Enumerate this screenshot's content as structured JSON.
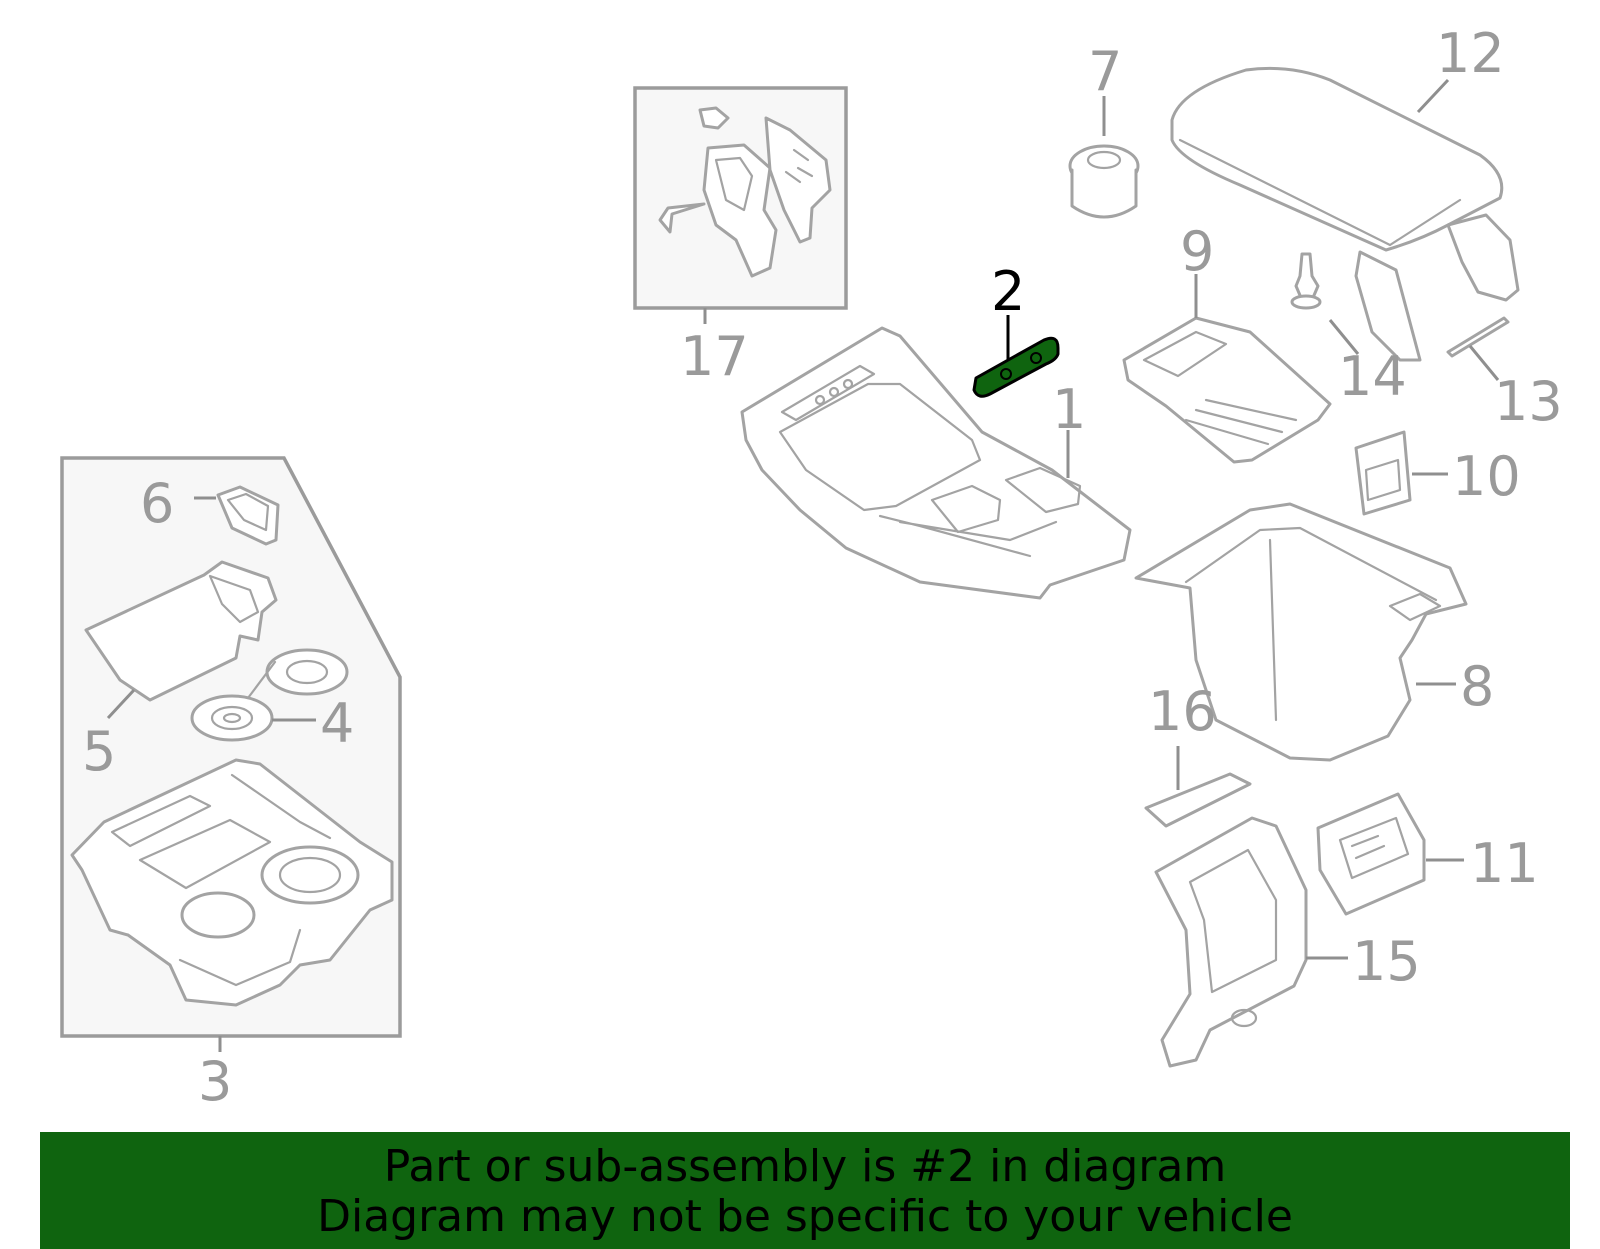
{
  "diagram": {
    "highlight_color": "#0f640f",
    "highlighted_part": "2",
    "callouts": {
      "c1": "1",
      "c2": "2",
      "c3": "3",
      "c4": "4",
      "c5": "5",
      "c6": "6",
      "c7": "7",
      "c8": "8",
      "c9": "9",
      "c10": "10",
      "c11": "11",
      "c12": "12",
      "c13": "13",
      "c14": "14",
      "c15": "15",
      "c16": "16",
      "c17": "17"
    }
  },
  "banner": {
    "line1": "Part or sub-assembly is #2 in diagram",
    "line2": "Diagram may not be specific to your vehicle",
    "background": "#0f640f"
  }
}
